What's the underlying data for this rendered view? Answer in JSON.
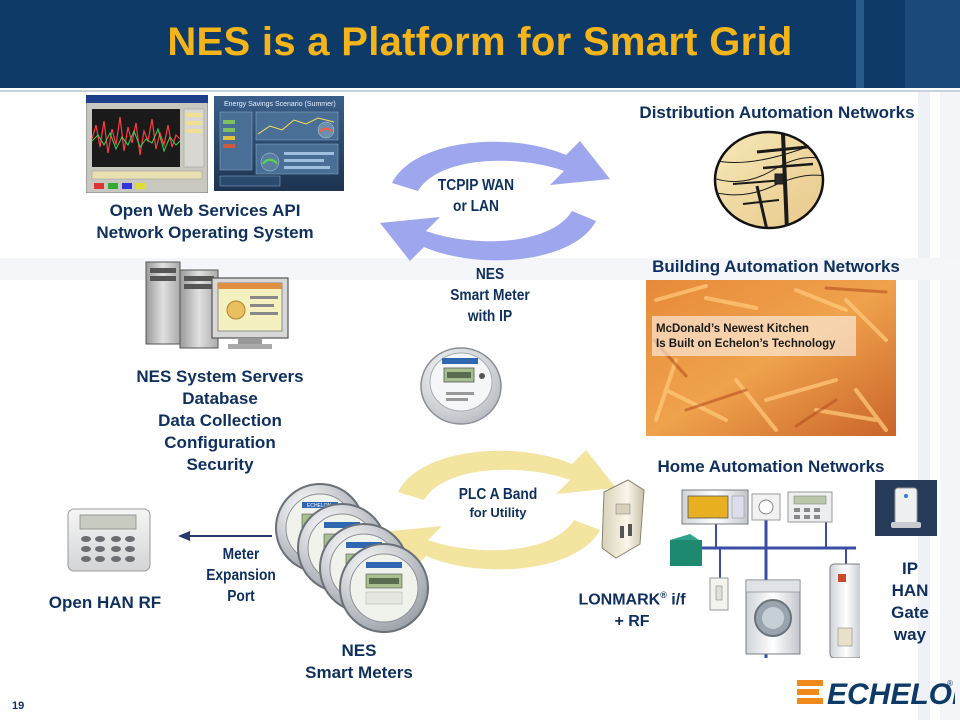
{
  "slide": {
    "title": "NES is a Platform for Smart Grid",
    "page_number": "19"
  },
  "labels": {
    "open_web_services": "Open Web Services API",
    "network_os": "Network Operating System",
    "distribution_automation": "Distribution Automation Networks",
    "building_automation": "Building Automation Networks",
    "home_automation": "Home Automation Networks",
    "tcpip_wan_1": "TCPIP WAN",
    "tcpip_wan_2": "or  LAN",
    "nes_meter_1": "NES",
    "nes_meter_2": "Smart Meter",
    "nes_meter_3": "with IP",
    "servers": [
      "NES System Servers",
      "Database",
      "Data Collection",
      "Configuration",
      "Security"
    ],
    "plc_band_1": "PLC A Band",
    "plc_band_2": "for Utility",
    "meter_port": [
      "Meter",
      "Expansion",
      "Port"
    ],
    "open_han_rf": "Open HAN RF",
    "nes_meters_1": "NES",
    "nes_meters_2": "Smart Meters",
    "lonmark_1": "LONMARK",
    "lonmark_reg": "®",
    "lonmark_2": " i/f",
    "lonmark_3": "+ RF",
    "ip_han": [
      "IP",
      "HAN",
      "Gate",
      "way"
    ]
  },
  "screenshots": {
    "energy_title": "Energy Savings Scenario (Summer)"
  },
  "building_image": {
    "headline_1": "McDonald’s Newest Kitchen",
    "headline_2": "Is Built on Echelon’s Technology"
  },
  "meter": {
    "brand": "ECHELON"
  },
  "brand": {
    "name": "ECHELON",
    "reg": "®"
  },
  "colors": {
    "header_bg": "#0e3a68",
    "title_text": "#f4b41a",
    "label_text": "#0f2f5e",
    "wan_arrows": "#9ea6ee",
    "plc_arrows": "#f3e4a0"
  }
}
